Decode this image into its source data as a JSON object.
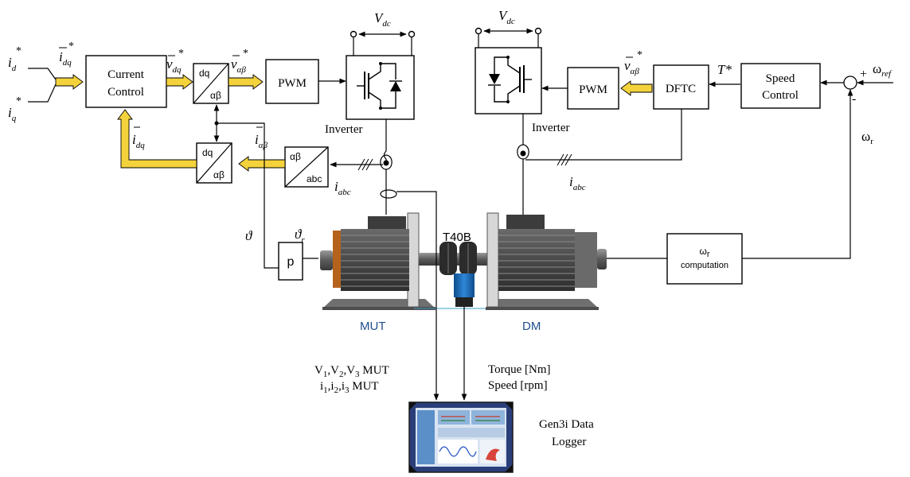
{
  "blocks": {
    "current_control_1": "Current",
    "current_control_2": "Control",
    "pwm_left": "PWM",
    "pwm_right": "PWM",
    "dftc": "DFTC",
    "speed_control_1": "Speed",
    "speed_control_2": "Control",
    "dq": "dq",
    "ab": "αβ",
    "abc": "abc",
    "p": "p",
    "omega_r_computation_sym": "ω",
    "omega_r_computation_sub": "r",
    "omega_r_computation_label": "computation"
  },
  "labels": {
    "inverter_left": "Inverter",
    "inverter_right": "Inverter",
    "vdc_main": "V",
    "vdc_sub": "dc",
    "i_main": "i",
    "id_sub": "d",
    "iq_sub": "q",
    "dq_sub": "dq",
    "ab_sub": "αβ",
    "abc_sub": "abc",
    "v_main": "v",
    "star": "*",
    "t_star": "T*",
    "theta": "ϑ",
    "theta_r_main": "ϑ",
    "theta_r_sub": "r",
    "omega": "ω",
    "omega_ref_sub": "ref",
    "omega_r_sub": "r",
    "plus": "+",
    "minus": "-",
    "t40b": "T40B",
    "mut": "MUT",
    "dm": "DM",
    "meas_v": "V",
    "meas_i": "i",
    "sub_1": "1",
    "sub_2": "2",
    "sub_3": "3",
    "comma": ",",
    "mut_suffix": "MUT",
    "torque": "Torque [Nm]",
    "speed": "Speed [rpm]",
    "logger_1": "Gen3i Data",
    "logger_2": "Logger"
  }
}
